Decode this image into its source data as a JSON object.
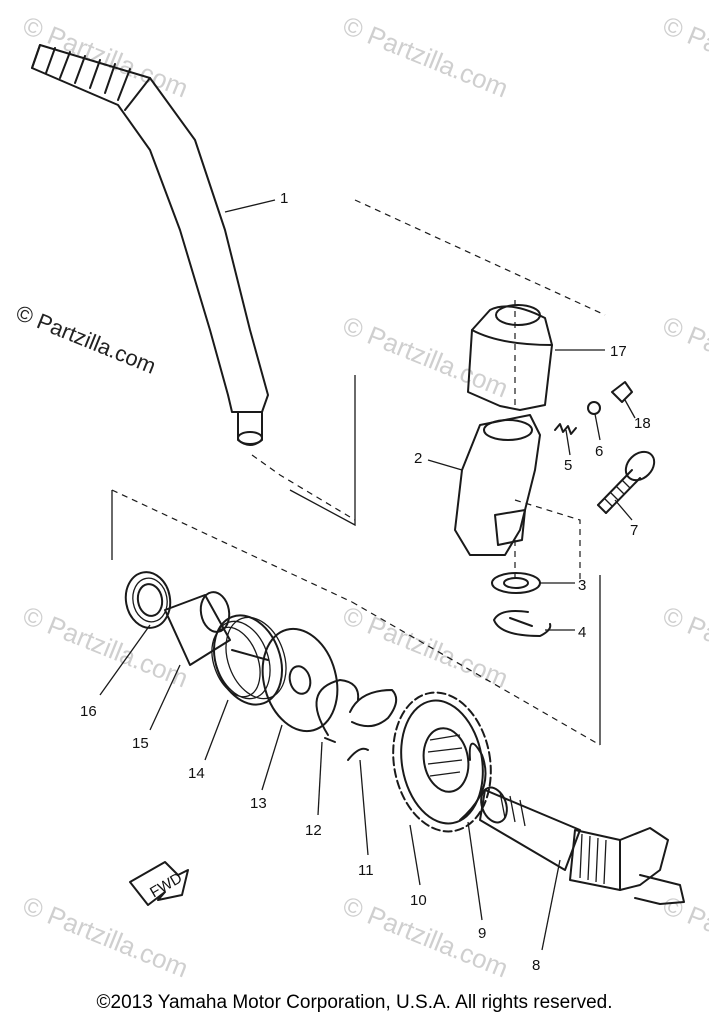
{
  "watermark_text": "© Partzilla.com",
  "brand_text": "© Partzilla.com",
  "copyright": "©2013 Yamaha Motor Corporation, U.S.A. All rights reserved.",
  "fwd_label": "FWD",
  "callouts": [
    {
      "id": "1",
      "text": "1"
    },
    {
      "id": "2",
      "text": "2"
    },
    {
      "id": "3",
      "text": "3"
    },
    {
      "id": "4",
      "text": "4"
    },
    {
      "id": "5",
      "text": "5"
    },
    {
      "id": "6",
      "text": "6"
    },
    {
      "id": "7",
      "text": "7"
    },
    {
      "id": "8",
      "text": "8"
    },
    {
      "id": "9",
      "text": "9"
    },
    {
      "id": "10",
      "text": "10"
    },
    {
      "id": "11",
      "text": "11"
    },
    {
      "id": "12",
      "text": "12"
    },
    {
      "id": "13",
      "text": "13"
    },
    {
      "id": "14",
      "text": "14"
    },
    {
      "id": "15",
      "text": "15"
    },
    {
      "id": "16",
      "text": "16"
    },
    {
      "id": "17",
      "text": "17"
    },
    {
      "id": "18",
      "text": "18"
    }
  ]
}
